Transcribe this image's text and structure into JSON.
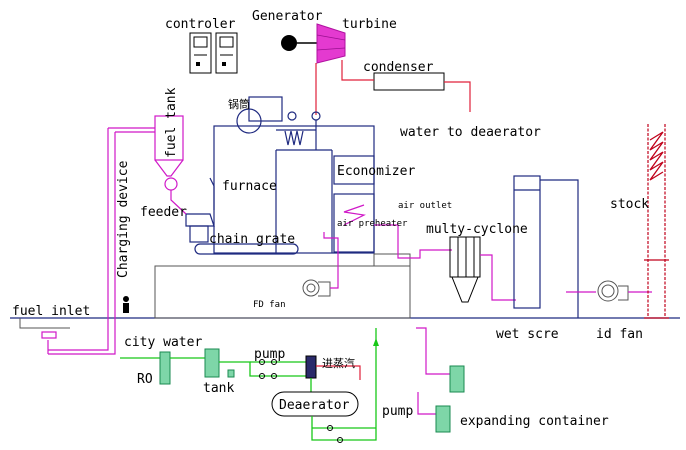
{
  "labels": {
    "controler": "controler",
    "generator": "Generator",
    "turbine": "turbine",
    "condenser": "condenser",
    "water_to_deaerator": "water to deaerator",
    "drum_cn": "锅筒",
    "fuel_tank": "fuel tank",
    "charging_device": "Charging device",
    "feeder": "feeder",
    "furnace": "furnace",
    "economizer": "Economizer",
    "air_outlet": "air outlet",
    "air_preheater": "air preheater",
    "chain_grate": "chain grate",
    "fd_fan": "FD fan",
    "multy_cyclone": "multy-cyclone",
    "stock": "stock",
    "fuel_inlet": "fuel inlet",
    "wet_scre": "wet scre",
    "id_fan": "id fan",
    "city_water": "city water",
    "ro": "RO",
    "pump_top": "pump",
    "tank": "tank",
    "steam_in_cn": "进蒸汽",
    "deaerator": "Deaerator",
    "pump_bottom": "pump",
    "expanding_container": "expanding container"
  },
  "colors": {
    "boiler_outline": "#1f2a80",
    "fuel_line": "#d018c8",
    "water_line": "#18c818",
    "steam_line": "#e0203a",
    "ground_line": "#1f2a80",
    "stack_red": "#c0001a",
    "tank_fill": "#7ed6a8"
  }
}
